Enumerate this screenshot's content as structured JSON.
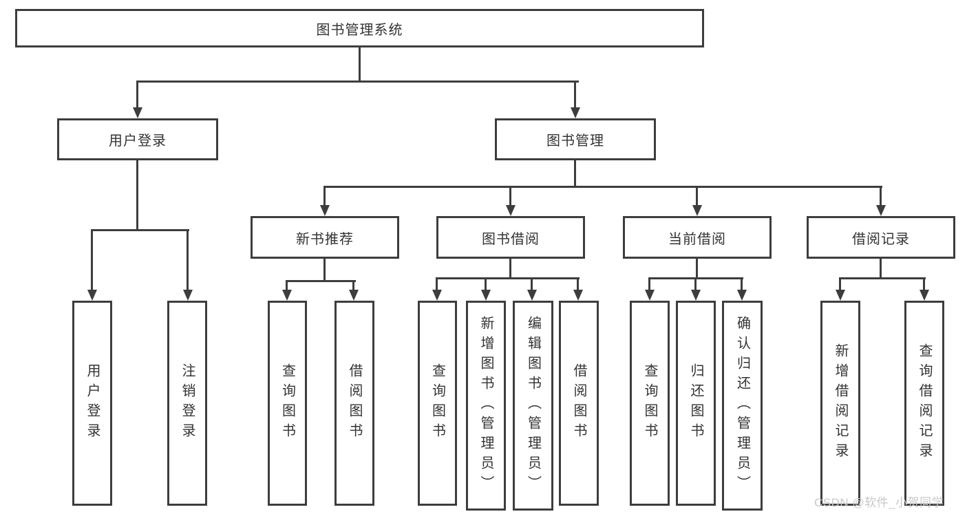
{
  "diagram": {
    "root": {
      "label": "图书管理系统"
    },
    "level2": [
      {
        "label": "用户登录"
      },
      {
        "label": "图书管理"
      }
    ],
    "level3": [
      {
        "label": "新书推荐",
        "parent": "图书管理"
      },
      {
        "label": "图书借阅",
        "parent": "图书管理"
      },
      {
        "label": "当前借阅",
        "parent": "图书管理"
      },
      {
        "label": "借阅记录",
        "parent": "图书管理"
      }
    ],
    "leaves": [
      {
        "label": "用户登录",
        "parent": "用户登录"
      },
      {
        "label": "注销登录",
        "parent": "用户登录"
      },
      {
        "label": "查询图书",
        "parent": "新书推荐"
      },
      {
        "label": "借阅图书",
        "parent": "新书推荐"
      },
      {
        "label": "查询图书",
        "parent": "图书借阅"
      },
      {
        "label": "新增图书（管理员）",
        "parent": "图书借阅"
      },
      {
        "label": "编辑图书（管理员）",
        "parent": "图书借阅"
      },
      {
        "label": "借阅图书",
        "parent": "图书借阅"
      },
      {
        "label": "查询图书",
        "parent": "当前借阅"
      },
      {
        "label": "归还图书",
        "parent": "当前借阅"
      },
      {
        "label": "确认归还（管理员）",
        "parent": "当前借阅"
      },
      {
        "label": "新增借阅记录",
        "parent": "借阅记录"
      },
      {
        "label": "查询借阅记录",
        "parent": "借阅记录"
      }
    ]
  },
  "watermark": {
    "text": "CSDN @软件_小贺同学"
  },
  "colors": {
    "line": "#3d3d3d",
    "text": "#333333",
    "watermark": "#c8c8c8",
    "background": "#ffffff"
  }
}
